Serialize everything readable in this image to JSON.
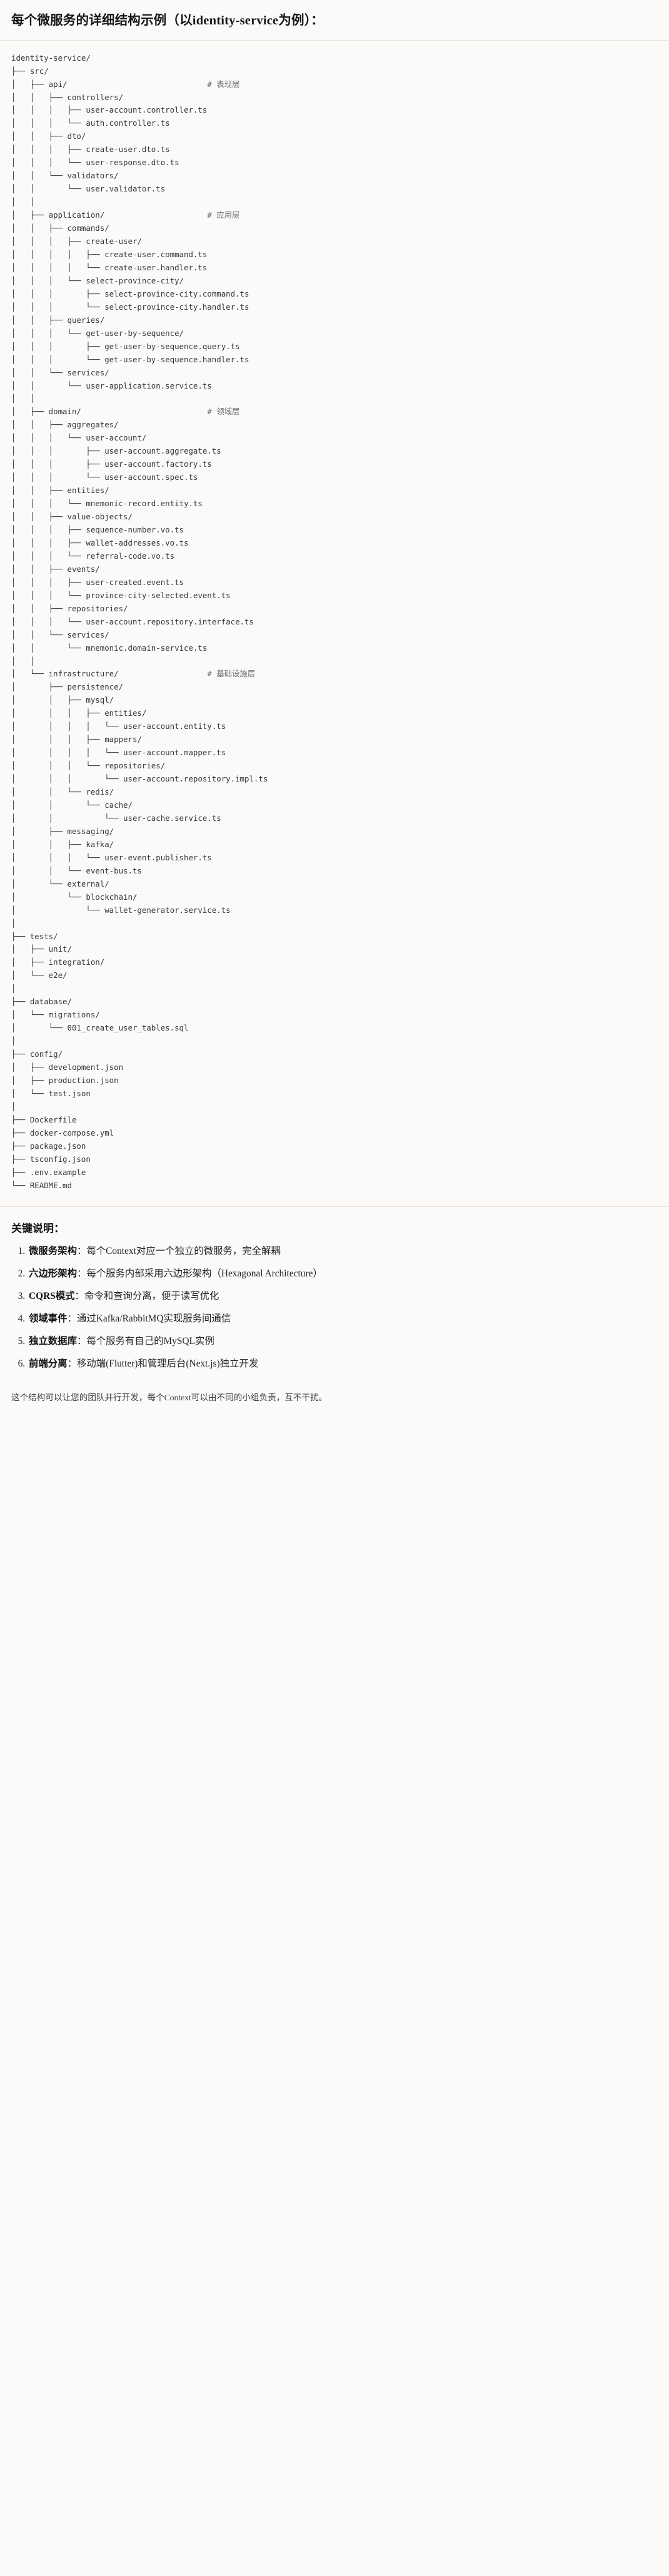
{
  "header": {
    "title": "每个微服务的详细结构示例（以identity-service为例）："
  },
  "tree": {
    "root": "identity-service/",
    "text": "identity-service/\n├── src/\n│   ├── api/                              # 表现层\n│   │   ├── controllers/\n│   │   │   ├── user-account.controller.ts\n│   │   │   └── auth.controller.ts\n│   │   ├── dto/\n│   │   │   ├── create-user.dto.ts\n│   │   │   └── user-response.dto.ts\n│   │   └── validators/\n│   │       └── user.validator.ts\n│   │\n│   ├── application/                      # 应用层\n│   │   ├── commands/\n│   │   │   ├── create-user/\n│   │   │   │   ├── create-user.command.ts\n│   │   │   │   └── create-user.handler.ts\n│   │   │   └── select-province-city/\n│   │   │       ├── select-province-city.command.ts\n│   │   │       └── select-province-city.handler.ts\n│   │   ├── queries/\n│   │   │   └── get-user-by-sequence/\n│   │   │       ├── get-user-by-sequence.query.ts\n│   │   │       └── get-user-by-sequence.handler.ts\n│   │   └── services/\n│   │       └── user-application.service.ts\n│   │\n│   ├── domain/                           # 领域层\n│   │   ├── aggregates/\n│   │   │   └── user-account/\n│   │   │       ├── user-account.aggregate.ts\n│   │   │       ├── user-account.factory.ts\n│   │   │       └── user-account.spec.ts\n│   │   ├── entities/\n│   │   │   └── mnemonic-record.entity.ts\n│   │   ├── value-objects/\n│   │   │   ├── sequence-number.vo.ts\n│   │   │   ├── wallet-addresses.vo.ts\n│   │   │   └── referral-code.vo.ts\n│   │   ├── events/\n│   │   │   ├── user-created.event.ts\n│   │   │   └── province-city-selected.event.ts\n│   │   ├── repositories/\n│   │   │   └── user-account.repository.interface.ts\n│   │   └── services/\n│   │       └── mnemonic.domain-service.ts\n│   │\n│   └── infrastructure/                   # 基础设施层\n│       ├── persistence/\n│       │   ├── mysql/\n│       │   │   ├── entities/\n│       │   │   │   └── user-account.entity.ts\n│       │   │   ├── mappers/\n│       │   │   │   └── user-account.mapper.ts\n│       │   │   └── repositories/\n│       │   │       └── user-account.repository.impl.ts\n│       │   └── redis/\n│       │       └── cache/\n│       │           └── user-cache.service.ts\n│       ├── messaging/\n│       │   ├── kafka/\n│       │   │   └── user-event.publisher.ts\n│       │   └── event-bus.ts\n│       └── external/\n│           └── blockchain/\n│               └── wallet-generator.service.ts\n│\n├── tests/\n│   ├── unit/\n│   ├── integration/\n│   └── e2e/\n│\n├── database/\n│   └── migrations/\n│       └── 001_create_user_tables.sql\n│\n├── config/\n│   ├── development.json\n│   ├── production.json\n│   └── test.json\n│\n├── Dockerfile\n├── docker-compose.yml\n├── package.json\n├── tsconfig.json\n├── .env.example\n└── README.md",
    "layer_comments": [
      "# 表现层",
      "# 应用层",
      "# 领域层",
      "# 基础设施层"
    ]
  },
  "notes": {
    "title": "关键说明：",
    "items": [
      {
        "term": "微服务架构",
        "body": "：每个Context对应一个独立的微服务，完全解耦"
      },
      {
        "term": "六边形架构",
        "body": "：每个服务内部采用六边形架构（Hexagonal Architecture）"
      },
      {
        "term": "CQRS模式",
        "body": "：命令和查询分离，便于读写优化"
      },
      {
        "term": "领域事件",
        "body": "：通过Kafka/RabbitMQ实现服务间通信"
      },
      {
        "term": "独立数据库",
        "body": "：每个服务有自己的MySQL实例"
      },
      {
        "term": "前端分离",
        "body": "：移动端(Flutter)和管理后台(Next.js)独立开发"
      }
    ]
  },
  "footer": {
    "text": "这个结构可以让您的团队并行开发，每个Context可以由不同的小组负责，互不干扰。"
  }
}
